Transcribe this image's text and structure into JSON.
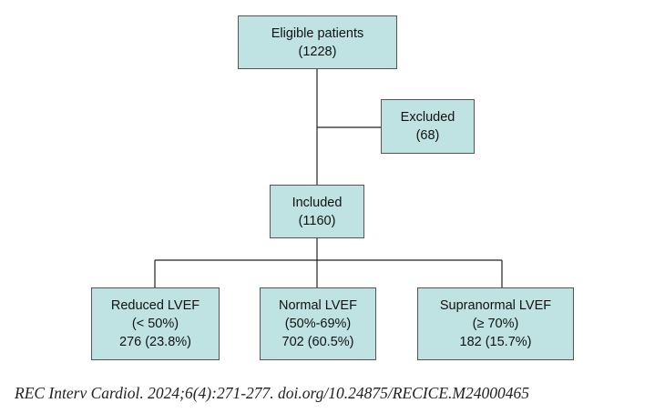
{
  "colors": {
    "box_fill": "#bfe3e3",
    "box_border": "#555555",
    "connector": "#222222",
    "text": "#111111"
  },
  "boxes": {
    "eligible": {
      "line1": "Eligible patients",
      "line2": "(1228)"
    },
    "excluded": {
      "line1": "Excluded",
      "line2": "(68)"
    },
    "included": {
      "line1": "Included",
      "line2": "(1160)"
    },
    "reduced": {
      "line1": "Reduced LVEF",
      "line2": "(< 50%)",
      "line3": "276 (23.8%)"
    },
    "normal": {
      "line1": "Normal LVEF",
      "line2": "(50%-69%)",
      "line3": "702 (60.5%)"
    },
    "supranormal": {
      "line1": "Supranormal LVEF",
      "line2": "(≥ 70%)",
      "line3": "182 (15.7%)"
    }
  },
  "caption": "REC Interv Cardiol. 2024;6(4):271-277. doi.org/10.24875/RECICE.M24000465"
}
